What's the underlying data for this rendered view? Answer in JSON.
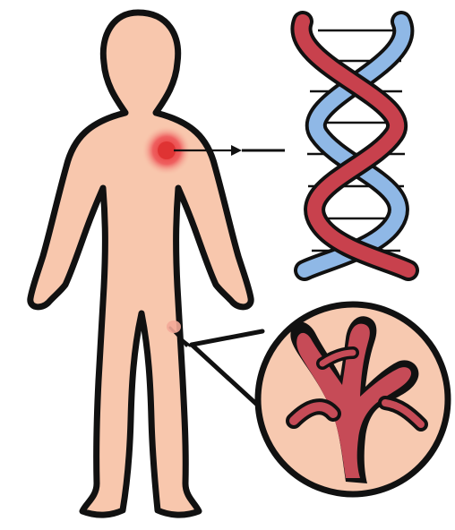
{
  "figure": {
    "parts": [
      {
        "name": "human-body"
      },
      {
        "name": "chest-hotspot"
      },
      {
        "name": "dna-double-helix"
      },
      {
        "name": "leg-vessel-marker"
      },
      {
        "name": "blood-vessel-magnifier"
      }
    ],
    "colors": {
      "background": "#ffffff",
      "skin": "#f8c7ad",
      "outline": "#111111",
      "hotspot": "#e94848",
      "dna_red": "#c8414d",
      "dna_blue": "#8fb8e6",
      "vessel": "#c64b57",
      "magnifier_bg": "#f7c9b0"
    }
  }
}
